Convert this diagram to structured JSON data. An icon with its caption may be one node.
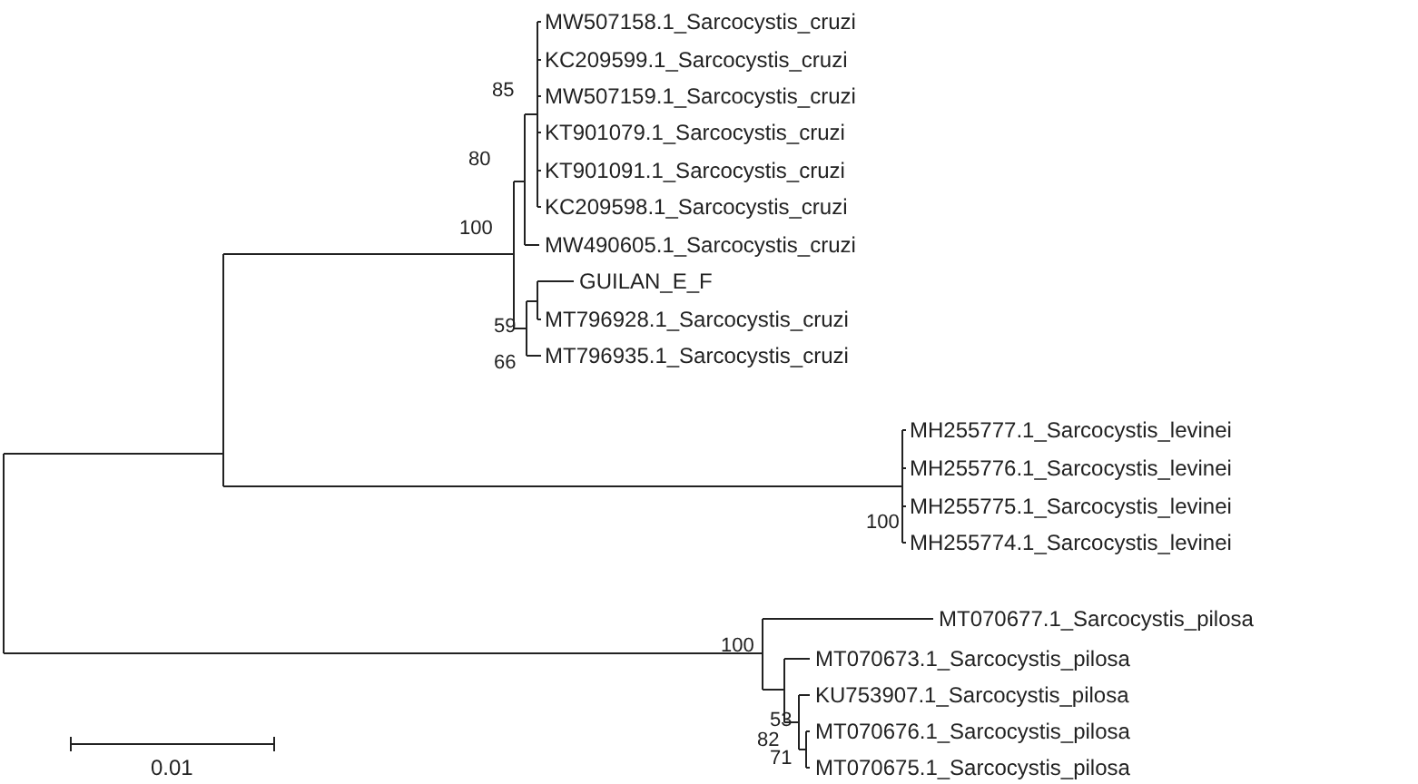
{
  "diagram": {
    "labels": [
      "MW507158.1_Sarcocystis_cruzi",
      "KC209599.1_Sarcocystis_cruzi",
      "85",
      "MW507159.1_Sarcocystis_cruzi",
      "KT901079.1_Sarcocystis_cruzi",
      "80",
      "KT901091.1_Sarcocystis_cruzi",
      "KC209598.1_Sarcocystis_cruzi",
      "100",
      "MW490605.1_Sarcocystis_cruzi",
      "GUILAN_E_F",
      "59",
      "MT796928.1_Sarcocystis_cruzi",
      "66",
      "MT796935.1_Sarcocystis_cruzi",
      "MH255777.1_Sarcocystis_levinei",
      "MH255776.1_Sarcocystis_levinei",
      "100",
      "MH255775.1_Sarcocystis_levinei",
      "MH255774.1_Sarcocystis_levinei",
      "MT070677.1_Sarcocystis_pilosa",
      "100",
      "MT070673.1_Sarcocystis_pilosa",
      "KU753907.1_Sarcocystis_pilosa",
      "53",
      "MT070676.1_Sarcocystis_pilosa",
      "82",
      "71",
      "MT070675.1_Sarcocystis_pilosa",
      "0.01"
    ]
  }
}
